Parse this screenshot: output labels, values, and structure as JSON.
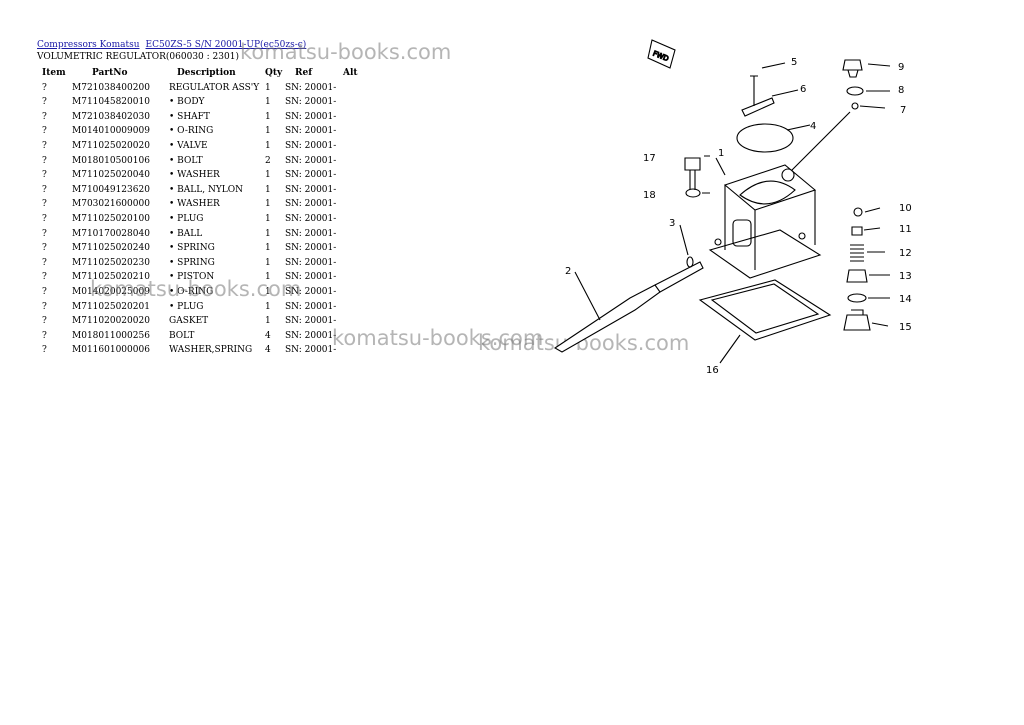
{
  "breadcrumb": {
    "link1": "Compressors Komatsu",
    "link2": "EC50ZS-5 S/N 20001-UP(ec50zs-c)"
  },
  "page_title": "VOLUMETRIC REGULATOR(060030 : 2301)",
  "table": {
    "headers": {
      "item": "Item",
      "part": "PartNo",
      "desc": "Description",
      "qty": "Qty",
      "ref": "Ref",
      "alt": "Alt"
    },
    "rows": [
      {
        "item": "?",
        "part": "M721038400200",
        "desc": "REGULATOR ASS'Y",
        "qty": "1",
        "ref": "SN: 20001-"
      },
      {
        "item": "?",
        "part": "M711045820010",
        "desc": "• BODY",
        "qty": "1",
        "ref": "SN: 20001-"
      },
      {
        "item": "?",
        "part": "M721038402030",
        "desc": "• SHAFT",
        "qty": "1",
        "ref": "SN: 20001-"
      },
      {
        "item": "?",
        "part": "M014010009009",
        "desc": "• O-RING",
        "qty": "1",
        "ref": "SN: 20001-"
      },
      {
        "item": "?",
        "part": "M711025020020",
        "desc": "• VALVE",
        "qty": "1",
        "ref": "SN: 20001-"
      },
      {
        "item": "?",
        "part": "M018010500106",
        "desc": "• BOLT",
        "qty": "2",
        "ref": "SN: 20001-"
      },
      {
        "item": "?",
        "part": "M711025020040",
        "desc": "• WASHER",
        "qty": "1",
        "ref": "SN: 20001-"
      },
      {
        "item": "?",
        "part": "M710049123620",
        "desc": "• BALL, NYLON",
        "qty": "1",
        "ref": "SN: 20001-"
      },
      {
        "item": "?",
        "part": "M703021600000",
        "desc": "• WASHER",
        "qty": "1",
        "ref": "SN: 20001-"
      },
      {
        "item": "?",
        "part": "M711025020100",
        "desc": "• PLUG",
        "qty": "1",
        "ref": "SN: 20001-"
      },
      {
        "item": "?",
        "part": "M710170028040",
        "desc": "• BALL",
        "qty": "1",
        "ref": "SN: 20001-"
      },
      {
        "item": "?",
        "part": "M711025020240",
        "desc": "• SPRING",
        "qty": "1",
        "ref": "SN: 20001-"
      },
      {
        "item": "?",
        "part": "M711025020230",
        "desc": "• SPRING",
        "qty": "1",
        "ref": "SN: 20001-"
      },
      {
        "item": "?",
        "part": "M711025020210",
        "desc": "• PISTON",
        "qty": "1",
        "ref": "SN: 20001-"
      },
      {
        "item": "?",
        "part": "M014020025009",
        "desc": "• O-RING",
        "qty": "1",
        "ref": "SN: 20001-"
      },
      {
        "item": "?",
        "part": "M711025020201",
        "desc": "• PLUG",
        "qty": "1",
        "ref": "SN: 20001-"
      },
      {
        "item": "?",
        "part": "M711020020020",
        "desc": "GASKET",
        "qty": "1",
        "ref": "SN: 20001-"
      },
      {
        "item": "?",
        "part": "M018011000256",
        "desc": "BOLT",
        "qty": "4",
        "ref": "SN: 20001-"
      },
      {
        "item": "?",
        "part": "M011601000006",
        "desc": "WASHER,SPRING",
        "qty": "4",
        "ref": "SN: 20001-"
      }
    ]
  },
  "watermark_text": "komatsu-books.com",
  "diagram": {
    "fwd_label": "FWD",
    "callouts": [
      "1",
      "2",
      "3",
      "4",
      "5",
      "6",
      "7",
      "8",
      "9",
      "10",
      "11",
      "12",
      "13",
      "14",
      "15",
      "16",
      "17",
      "18"
    ]
  }
}
